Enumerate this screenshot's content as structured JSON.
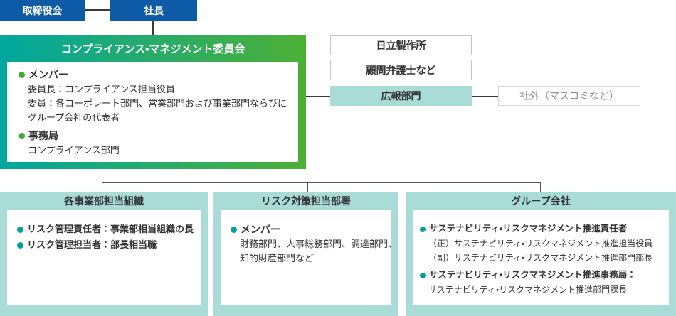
{
  "colors": {
    "navy": "#0d5ba6",
    "teal": "#00a79e",
    "green": "#4db035",
    "light_teal": "#a9dcd7",
    "bullet_green": "#3aaa35",
    "bullet_teal": "#00a29a"
  },
  "top_row": {
    "board": "取締役会",
    "president": "社長"
  },
  "committee": {
    "title": "コンプライアンス・マネジメント委員会",
    "members": {
      "heading": "メンバー",
      "lines": [
        "委員長：コンプライアンス担当役員",
        "委員：各コーポレート部門、営業部門および事業部門ならびに",
        "グループ会社の代表者"
      ]
    },
    "secretariat": {
      "heading": "事務局",
      "lines": [
        "コンプライアンス部門"
      ]
    }
  },
  "related_boxes": {
    "hitachi": "日立製作所",
    "advisors": "顧問弁護士など",
    "pr": "広報部門",
    "external": "社外（マスコミなど）"
  },
  "bottom_boxes": {
    "business_divisions": {
      "title": "各事業部担当組織",
      "items": [
        "リスク管理責任者：事業部相当組織の長",
        "リスク管理担当者：部長相当職"
      ]
    },
    "risk_departments": {
      "title": "リスク対策担当部署",
      "members": {
        "heading": "メンバー",
        "lines": [
          "財務部門、人事総務部門、調達部門、",
          "知的財産部門など"
        ]
      }
    },
    "group_companies": {
      "title": "グループ会社",
      "leaders": {
        "heading": "サステナビリティ・リスクマネジメント推進責任者",
        "lines": [
          "（正）サステナビリティ・リスクマネジメント推進担当役員",
          "（副）サステナビリティ・リスクマネジメント推進部門部長"
        ]
      },
      "office": {
        "heading": "サステナビリティ・リスクマネジメント推進事務局：",
        "lines": [
          "サステナビリティ・リスクマネジメント推進部門課長"
        ]
      }
    }
  }
}
